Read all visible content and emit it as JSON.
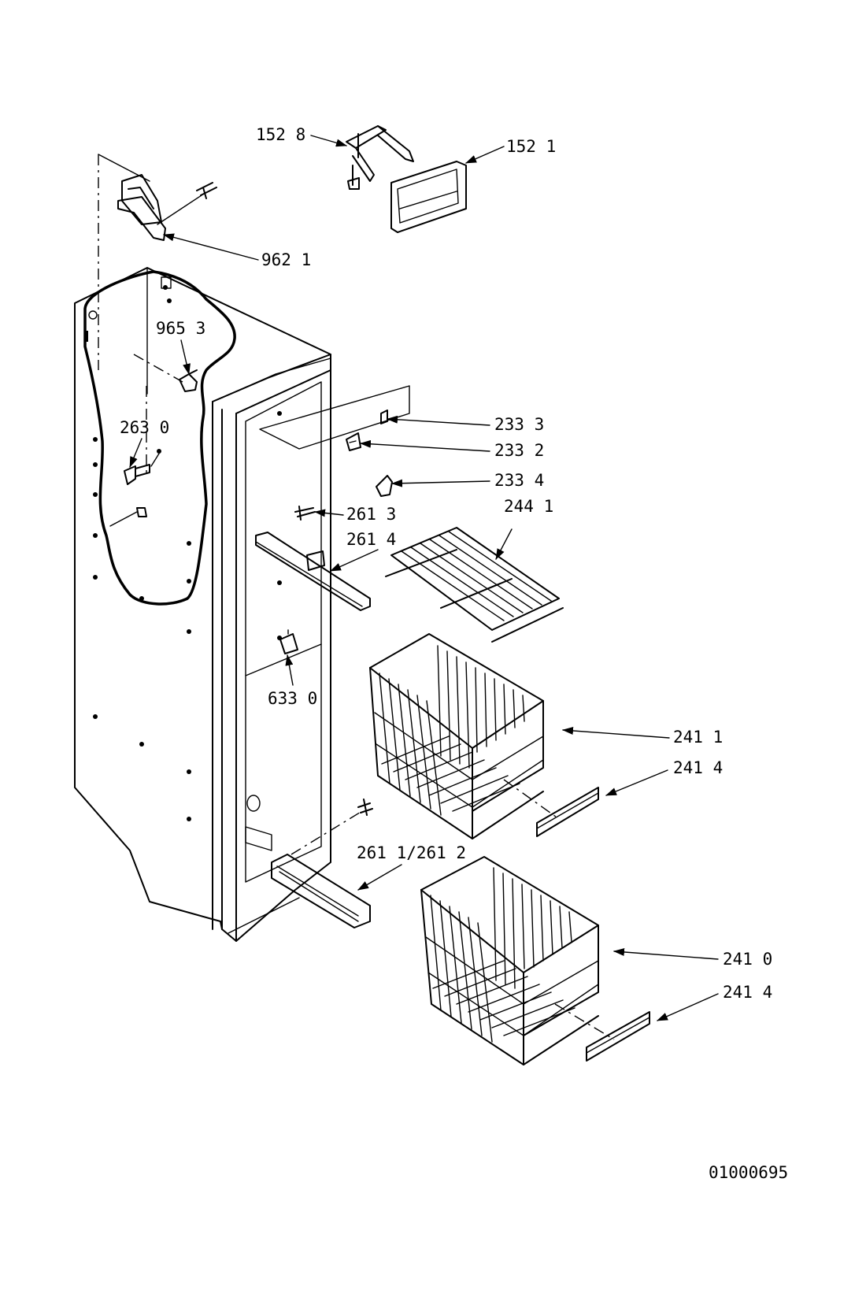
{
  "labels": {
    "l1528": "152 8",
    "l1521": "152 1",
    "l9621": "962 1",
    "l9653": "965 3",
    "l2630": "263 0",
    "l2333": "233 3",
    "l2332": "233 2",
    "l2334": "233 4",
    "l2613": "261 3",
    "l2614": "261 4",
    "l2441": "244 1",
    "l6330": "633 0",
    "l2411": "241 1",
    "l2414a": "241 4",
    "l2611": "261 1/261 2",
    "l2410": "241 0",
    "l2414b": "241 4"
  },
  "drawing_number": "01000695"
}
